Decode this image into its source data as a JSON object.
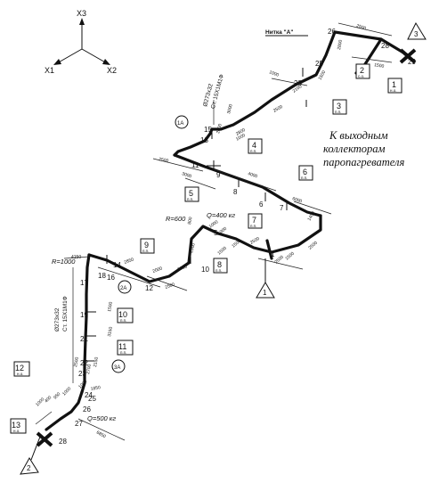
{
  "axes": {
    "x1": "X1",
    "x2": "X2",
    "x3": "X3"
  },
  "title_label": "Нитка \"А\"",
  "note": [
    "К выходным",
    "коллекторам",
    "пароnагревателя"
  ],
  "specs": {
    "top": [
      "Ø273x32",
      "Ст. 15Х1М1Ф"
    ],
    "left": [
      "Ø273x32",
      "Ст. 15Х1М1Ф"
    ]
  },
  "loads": {
    "q400": "Q=400 кг",
    "q500": "Q=500 кг"
  },
  "radii": {
    "r600": "R=600",
    "r1000": "R=1000"
  },
  "nodes": [
    "1",
    "2",
    "3",
    "4",
    "5",
    "6",
    "7",
    "8",
    "9",
    "10",
    "11",
    "12",
    "13",
    "14",
    "15",
    "16",
    "17",
    "18",
    "19",
    "20",
    "21",
    "22",
    "23",
    "24",
    "25",
    "26",
    "27",
    "28",
    "29",
    "30"
  ],
  "support_boxes": [
    {
      "num": "1",
      "sub": "н.о."
    },
    {
      "num": "2",
      "sub": "с.о."
    },
    {
      "num": "3",
      "sub": "п.п."
    },
    {
      "num": "4",
      "sub": "п.п."
    },
    {
      "num": "5",
      "sub": "п.п."
    },
    {
      "num": "6",
      "sub": "п.п."
    },
    {
      "num": "7",
      "sub": "п.п."
    },
    {
      "num": "8",
      "sub": "п.п."
    },
    {
      "num": "9",
      "sub": "п.п."
    },
    {
      "num": "10",
      "sub": "п.п."
    },
    {
      "num": "11",
      "sub": "п.п."
    },
    {
      "num": "12",
      "sub": "н.о."
    },
    {
      "num": "13",
      "sub": "н.о."
    }
  ],
  "anchors": [
    "1",
    "2",
    "3"
  ],
  "branches": [
    "1А",
    "2А",
    "3А"
  ],
  "dims": [
    "2500",
    "1500",
    "2800",
    "1000",
    "1500",
    "2100",
    "2500",
    "1000",
    "2800",
    "2000",
    "3000",
    "2500",
    "4000",
    "3000",
    "6000",
    "1400",
    "2500",
    "2500",
    "1500",
    "2500",
    "1500",
    "1500",
    "2500",
    "800",
    "1000",
    "900",
    "2000",
    "2500",
    "3000",
    "4150",
    "2850",
    "1500",
    "3150",
    "2500",
    "2150",
    "2700",
    "1850",
    "1000",
    "950",
    "400",
    "1000",
    "1000",
    "6850"
  ]
}
